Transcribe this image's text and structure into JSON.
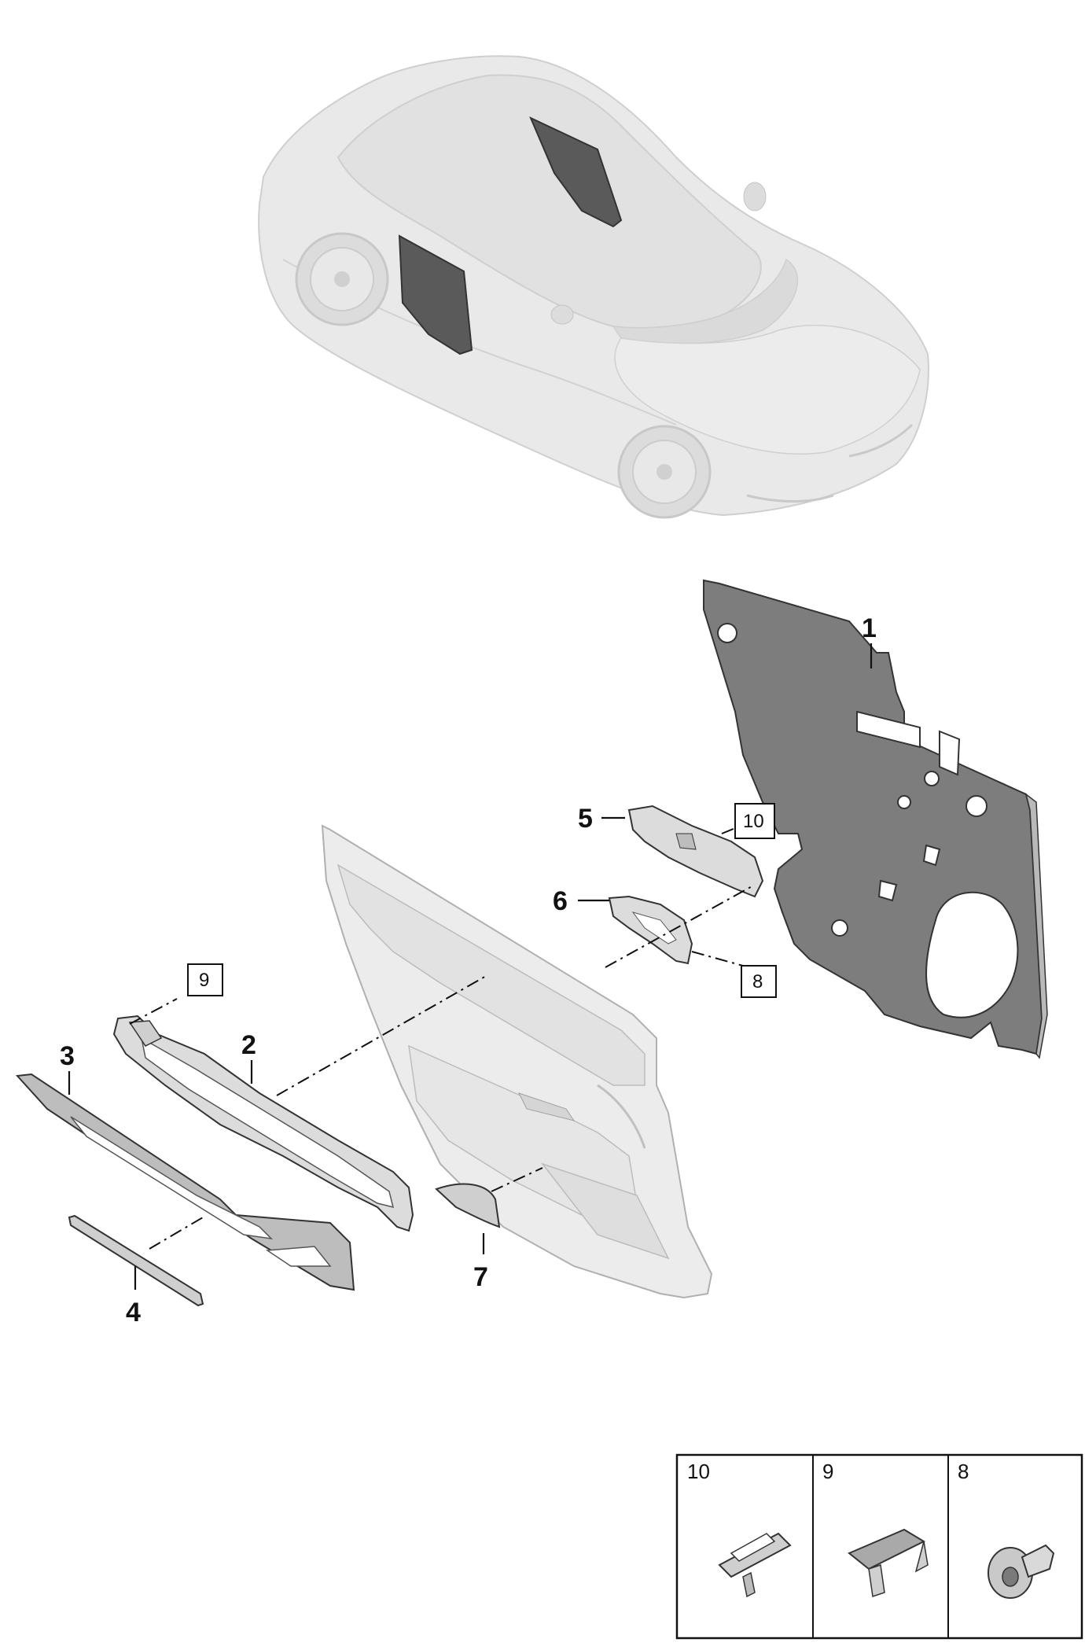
{
  "diagram": {
    "callouts": [
      {
        "id": "1",
        "label": "1"
      },
      {
        "id": "2",
        "label": "2"
      },
      {
        "id": "3",
        "label": "3"
      },
      {
        "id": "4",
        "label": "4"
      },
      {
        "id": "5",
        "label": "5"
      },
      {
        "id": "6",
        "label": "6"
      },
      {
        "id": "7",
        "label": "7"
      }
    ],
    "boxed_callouts": [
      {
        "id": "8",
        "label": "8"
      },
      {
        "id": "9",
        "label": "9"
      },
      {
        "id": "10",
        "label": "10"
      }
    ],
    "legend": [
      {
        "label": "10",
        "part": "clip"
      },
      {
        "label": "9",
        "part": "bracket clip"
      },
      {
        "label": "8",
        "part": "expanding rivet"
      }
    ]
  }
}
